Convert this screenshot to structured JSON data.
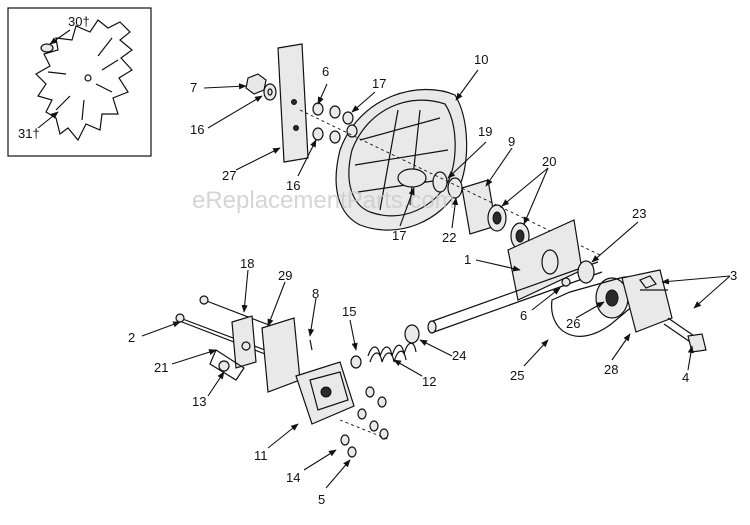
{
  "watermark": "eReplacementParts.com",
  "callouts": {
    "p1": "1",
    "p2": "2",
    "p3": "3",
    "p4": "4",
    "p5": "5",
    "p6a": "6",
    "p6b": "6",
    "p7": "7",
    "p8": "8",
    "p9": "9",
    "p10": "10",
    "p11": "11",
    "p12": "12",
    "p13": "13",
    "p14": "14",
    "p15": "15",
    "p16a": "16",
    "p16b": "16",
    "p17a": "17",
    "p17b": "17",
    "p18": "18",
    "p19": "19",
    "p20": "20",
    "p21": "21",
    "p22": "22",
    "p23": "23",
    "p24": "24",
    "p25": "25",
    "p26": "26",
    "p27": "27",
    "p28": "28",
    "p29": "29",
    "p30": "30†",
    "p31": "31†"
  }
}
